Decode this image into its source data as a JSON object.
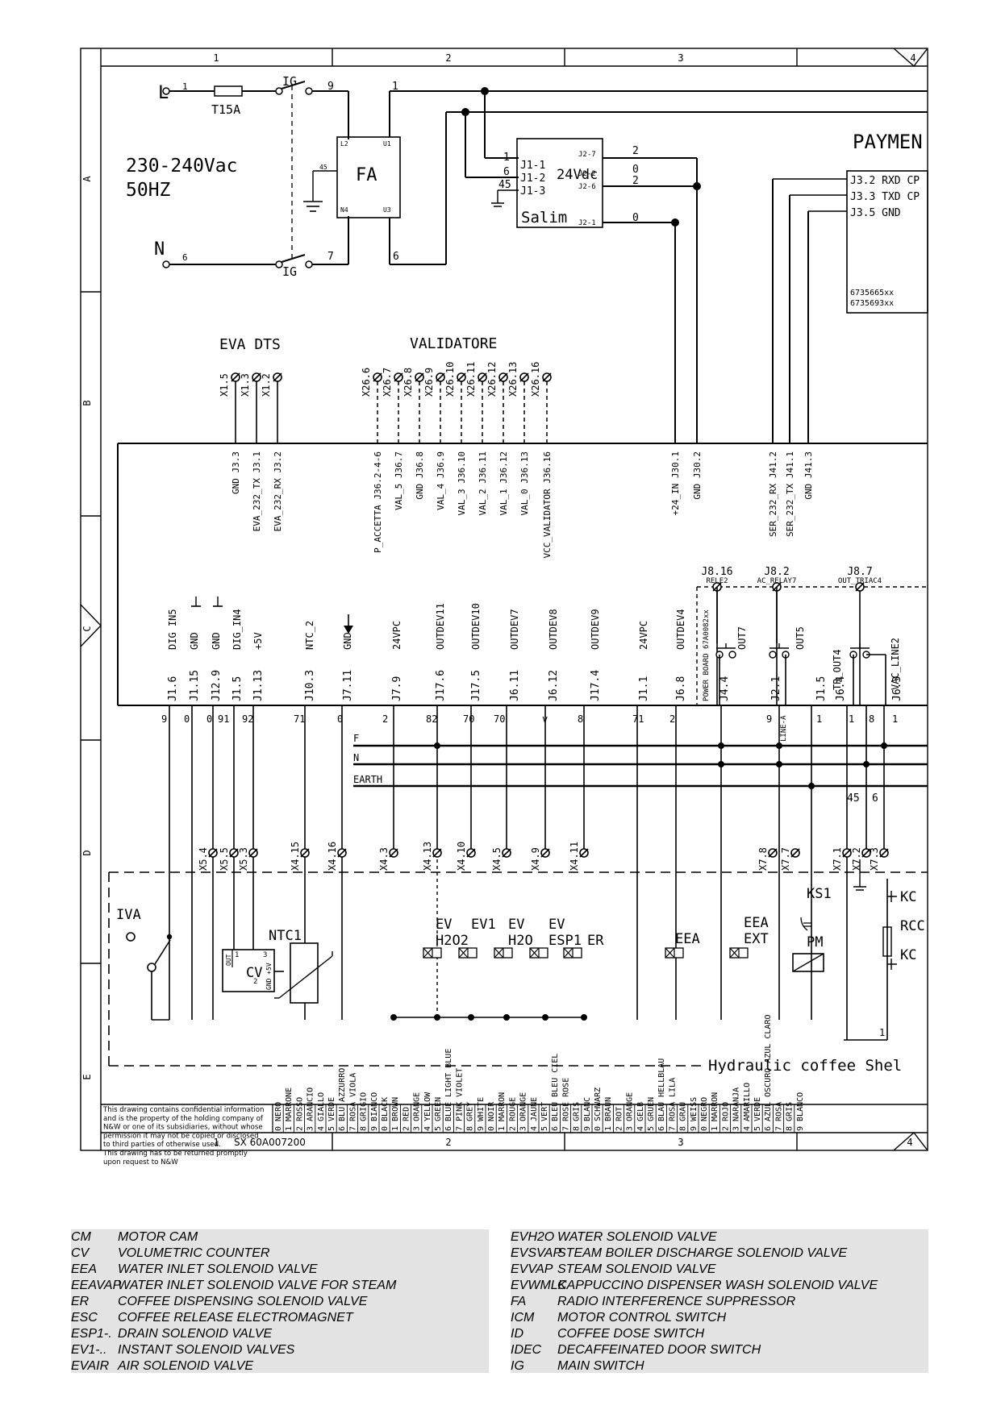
{
  "grid": {
    "columns_top": [
      "1",
      "2",
      "3",
      "4"
    ],
    "rows_side": [
      "A",
      "B",
      "C",
      "D",
      "E"
    ]
  },
  "power": {
    "voltage": "230-240Vac",
    "frequency": "50HZ",
    "line_label": "L",
    "neutral_label": "N",
    "fuse": "T15A",
    "switch": "IG",
    "filter": "FA",
    "filter_pins": {
      "l2": "L2",
      "u1": "U1",
      "n4": "N4",
      "u3": "U3",
      "p45": "45"
    },
    "wire_numbers": {
      "l_in": "1",
      "n_in": "6",
      "sw_top_out": "9",
      "sw_bot_out": "7",
      "fa_top_out": "1",
      "fa_bot_out": "6"
    }
  },
  "psu": {
    "name": "Salim",
    "voltage": "24Vdc",
    "left_pins": [
      "J1-1",
      "J1-2",
      "J1-3"
    ],
    "left_wires": [
      "1",
      "6",
      "45"
    ],
    "right_pins": [
      "J2-7",
      "J2-2",
      "J2-6",
      "J2-1"
    ],
    "right_wires": [
      "2",
      "0",
      "2",
      "0"
    ]
  },
  "payment": {
    "title": "PAYMEN",
    "lines": [
      "J3.2 RXD CP",
      "J3.3 TXD CP",
      "J3.5 GND"
    ],
    "codes": [
      "6735665xx",
      "6735693xx"
    ]
  },
  "eva_dts": {
    "title": "EVA DTS",
    "pins": [
      "X1.5",
      "X1.3",
      "X1.2"
    ],
    "board": [
      "GND J3.3",
      "EVA_232_TX J3.1",
      "EVA_232_RX J3.2"
    ]
  },
  "validatore": {
    "title": "VALIDATORE",
    "pins": [
      "X26.6",
      "X26.7",
      "X26.8",
      "X26.9",
      "X26.10",
      "X26.11",
      "X26.12",
      "X26.13",
      "X26.16"
    ],
    "board": [
      "P_ACCETTA J36.2-4-6",
      "VAL_5 J36.7",
      "GND J36.8",
      "VAL_4 J36.9",
      "VAL_3 J36.10",
      "VAL_2 J36.11",
      "VAL_1 J36.12",
      "VAL_0 J36.13",
      "VCC_VALIDATOR J36.16"
    ]
  },
  "board_misc": [
    "+24_IN J30.1",
    "GND J30.2",
    "SER_232_RX J41.2",
    "SER_232_TX J41.1",
    "GND J41.3"
  ],
  "relays": {
    "headers": [
      {
        "pin": "J8.16",
        "name": "RELE2"
      },
      {
        "pin": "J8.2",
        "name": "AC_RELAY7"
      },
      {
        "pin": "J8.7",
        "name": "OUT_TRIAC4"
      }
    ],
    "power_board": "POWER BOARD 67A0082xx",
    "outs": [
      "OUT7",
      "OUT5",
      "TR_OUT4",
      "VAC_LINE2"
    ],
    "line_a": "LINE-A"
  },
  "connectors": {
    "signals": [
      "DIG IN5",
      "GND",
      "GND",
      "DIG_IN4",
      "+5V",
      "NTC_2",
      "GND",
      "24VPC",
      "OUTDEV11",
      "OUTDEV10",
      "OUTDEV7",
      "OUTDEV8",
      "OUTDEV9",
      "24VPC",
      "OUTDEV4"
    ],
    "pins": [
      "J1.6",
      "J1.15",
      "J12.9",
      "J1.5",
      "J1.13",
      "J10.3",
      "J7.11",
      "J7.9",
      "J17.6",
      "J17.5",
      "J6.11",
      "J6.12",
      "J17.4",
      "J1.1",
      "J6.8",
      "J4.4",
      "J2.1",
      "J1.5",
      "J6.4",
      "J6.3"
    ],
    "wires": [
      "9",
      "0",
      "0",
      "91",
      "92",
      "71",
      "0",
      "2",
      "82",
      "70",
      "70",
      "v",
      "8",
      "71",
      "2",
      "9",
      "1",
      "1",
      "8",
      "1"
    ]
  },
  "bus": {
    "f": "F",
    "n": "N",
    "earth": "EARTH",
    "w45": "45",
    "w6": "6"
  },
  "terminals": [
    "X5.4",
    "X5.5",
    "X5.3",
    "X4.15",
    "X4.16",
    "X4.3",
    "X4.13",
    "X4.10",
    "X4.5",
    "X4.9",
    "X4.11",
    "X7.8",
    "X7.7",
    "X7.1",
    "X7.2",
    "X7.3"
  ],
  "components": {
    "iva": "IVA",
    "cv": "CV",
    "cv_pins": {
      "out": "OUT",
      "p1": "1",
      "p3": "3",
      "p2": "2",
      "gnd5v": "GND +5V"
    },
    "ntc": "NTC1",
    "ev_h2o2": [
      "EV",
      "H2O2"
    ],
    "ev1": "EV1",
    "ev_h2o": [
      "EV",
      "H2O"
    ],
    "ev_esp1": [
      "EV",
      "ESP1"
    ],
    "er": "ER",
    "eea": "EEA",
    "eea_ext": [
      "EEA",
      "EXT"
    ],
    "ks1": "KS1",
    "pm": "PM",
    "kc": "KC",
    "rcc": "RCC",
    "kc2": "KC",
    "one": "1"
  },
  "shell_label": "Hydraulic coffee Shel",
  "footer": {
    "notice": [
      "This drawing contains confidential information",
      "and is the property of the holding company of",
      "N&W or one of its subsidiaries, without whose",
      "permission it may not be copied or disclosed",
      "to third parties of otherwise used.",
      "This drawing has to be returned promptly",
      "upon request to N&W"
    ],
    "drawing_no": "SX 60A007200",
    "col_nums": [
      "1",
      "2",
      "3",
      "4"
    ],
    "color_columns": [
      [
        "0 NERO",
        "1 MARRONE",
        "2 ROSSO",
        "3 ARANCIO",
        "4 GIALLO",
        "5 VERDE",
        "6 BLU AZZURRO",
        "7 ROSA VIOLA",
        "8 GRIGIO",
        "9 BIANCO"
      ],
      [
        "0 BLACK",
        "1 BROWN",
        "2 RED",
        "3 ORANGE",
        "4 YELLOW",
        "5 GREEN",
        "6 BLUE LIGHT BLUE",
        "7 PINK VIOLET",
        "8 GREY",
        "9 WHITE"
      ],
      [
        "0 NOIR",
        "1 MARRON",
        "2 ROUGE",
        "3 ORANGE",
        "4 JAUNE",
        "5 VERT",
        "6 BLEU BLEU CIEL",
        "7 ROSE ROSE",
        "8 GRIS",
        "9 BLANC"
      ],
      [
        "0 SCHWARZ",
        "1 BRAUN",
        "2 ROT",
        "3 ORANGE",
        "4 GELB",
        "5 GRUEN",
        "6 BLAU HELLBLAU",
        "7 ROSA LILA",
        "8 GRAU",
        "9 WEISS"
      ],
      [
        "0 NEGRO",
        "1 MARRON",
        "2 ROJO",
        "3 NARANJA",
        "4 AMARILLO",
        "5 VERDE",
        "6 AZUL OSCURO AZUL CLARO",
        "7 ROSA",
        "8 GRIS",
        "9 BLANCO"
      ]
    ]
  },
  "legend": {
    "left": [
      {
        "code": "CM",
        "desc": "MOTOR CAM"
      },
      {
        "code": "CV",
        "desc": "VOLUMETRIC COUNTER"
      },
      {
        "code": "EEA",
        "desc": "WATER INLET SOLENOID VALVE"
      },
      {
        "code": "EEAVAP",
        "desc": "WATER INLET SOLENOID VALVE FOR STEAM"
      },
      {
        "code": "ER",
        "desc": "COFFEE DISPENSING SOLENOID VALVE"
      },
      {
        "code": "ESC",
        "desc": "COFFEE RELEASE ELECTROMAGNET"
      },
      {
        "code": "ESP1-.",
        "desc": "DRAIN SOLENOID VALVE"
      },
      {
        "code": "EV1-..",
        "desc": "INSTANT SOLENOID VALVES"
      },
      {
        "code": "EVAIR",
        "desc": "AIR SOLENOID VALVE"
      }
    ],
    "right": [
      {
        "code": "EVH2O",
        "desc": "WATER SOLENOID VALVE"
      },
      {
        "code": "EVSVAP",
        "desc": "STEAM BOILER DISCHARGE SOLENOID VALVE"
      },
      {
        "code": "EVVAP",
        "desc": "STEAM SOLENOID VALVE"
      },
      {
        "code": "EVWMLK",
        "desc": "CAPPUCCINO DISPENSER WASH SOLENOID VALVE"
      },
      {
        "code": "FA",
        "desc": "RADIO INTERFERENCE SUPPRESSOR"
      },
      {
        "code": "ICM",
        "desc": "MOTOR CONTROL SWITCH"
      },
      {
        "code": "ID",
        "desc": "COFFEE DOSE SWITCH"
      },
      {
        "code": "IDEC",
        "desc": "DECAFFEINATED DOOR SWITCH"
      },
      {
        "code": "IG",
        "desc": "MAIN SWITCH"
      }
    ]
  }
}
